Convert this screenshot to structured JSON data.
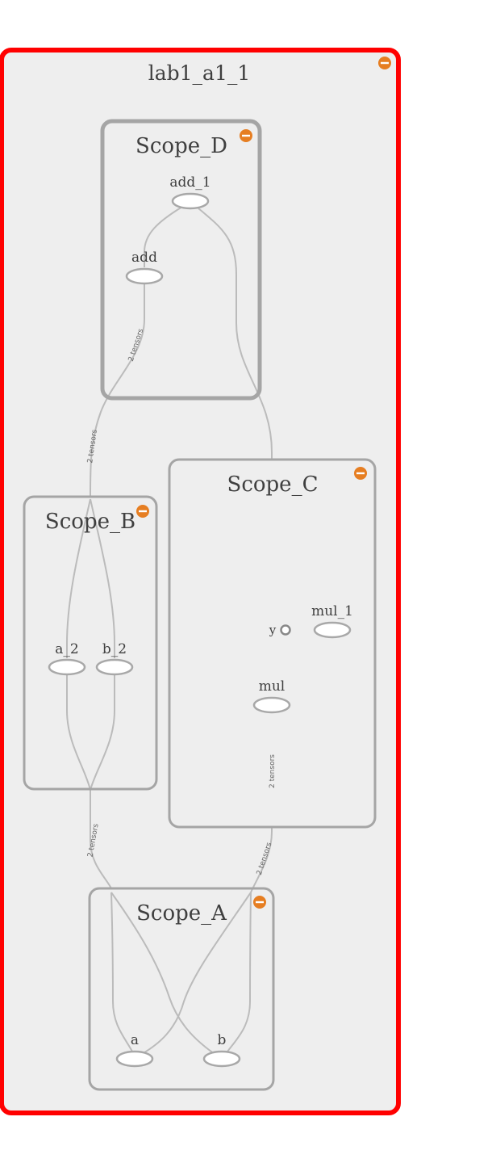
{
  "graph": {
    "root_scope": {
      "title": "lab1_a1_1",
      "highlight_color": "#ff0000"
    },
    "scopes": {
      "scope_d": {
        "title": "Scope_D"
      },
      "scope_c": {
        "title": "Scope_C"
      },
      "scope_b": {
        "title": "Scope_B"
      },
      "scope_a": {
        "title": "Scope_A"
      }
    },
    "nodes": {
      "add_1": "add_1",
      "add": "add",
      "mul_1": "mul_1",
      "mul": "mul",
      "y": "y",
      "a_2": "a_2",
      "b_2": "b_2",
      "a": "a",
      "b": "b"
    },
    "edge_labels": {
      "add_to_b": "2 tensors",
      "scope_d_to_b": "2 tensors",
      "b_to_a": "2 tensors",
      "mul_to_a_1": "2 tensors",
      "mul_to_a_2": "2 tensors"
    },
    "collapse_icon": "minus-circle-icon",
    "colors": {
      "collapse_icon": "#e67e22",
      "scope_fill": "#eeeeee",
      "scope_border": "#a5a5a5",
      "edge": "#bbbbbb"
    }
  }
}
